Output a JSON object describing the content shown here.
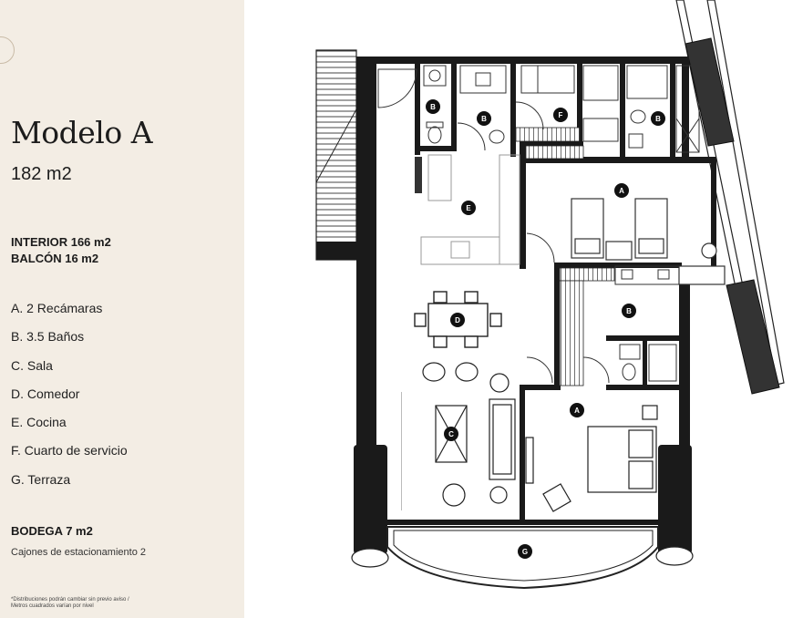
{
  "model": {
    "title": "Modelo A",
    "area": "182 m2"
  },
  "specs": {
    "interior": "INTERIOR 166 m2",
    "balcony": "BALCÓN 16 m2"
  },
  "legend": [
    {
      "text": "A. 2 Recámaras"
    },
    {
      "text": "B. 3.5 Baños"
    },
    {
      "text": "C. Sala"
    },
    {
      "text": "D. Comedor"
    },
    {
      "text": "E. Cocina"
    },
    {
      "text": "F. Cuarto de servicio"
    },
    {
      "text": "G. Terraza"
    }
  ],
  "storage": {
    "bodega": "BODEGA 7 m2",
    "parking": "Cajones de estacionamiento 2"
  },
  "disclaimer": {
    "line1": "*Distribuciones podrán cambiar sin previo aviso /",
    "line2": "Metros cuadrados varían por nivel"
  },
  "plan_labels": {
    "A": "A",
    "B": "B",
    "C": "C",
    "D": "D",
    "E": "E",
    "F": "F",
    "G": "G"
  },
  "colors": {
    "panel_bg": "#f3ede4",
    "wall": "#1a1a1a",
    "marker": "#111111"
  }
}
